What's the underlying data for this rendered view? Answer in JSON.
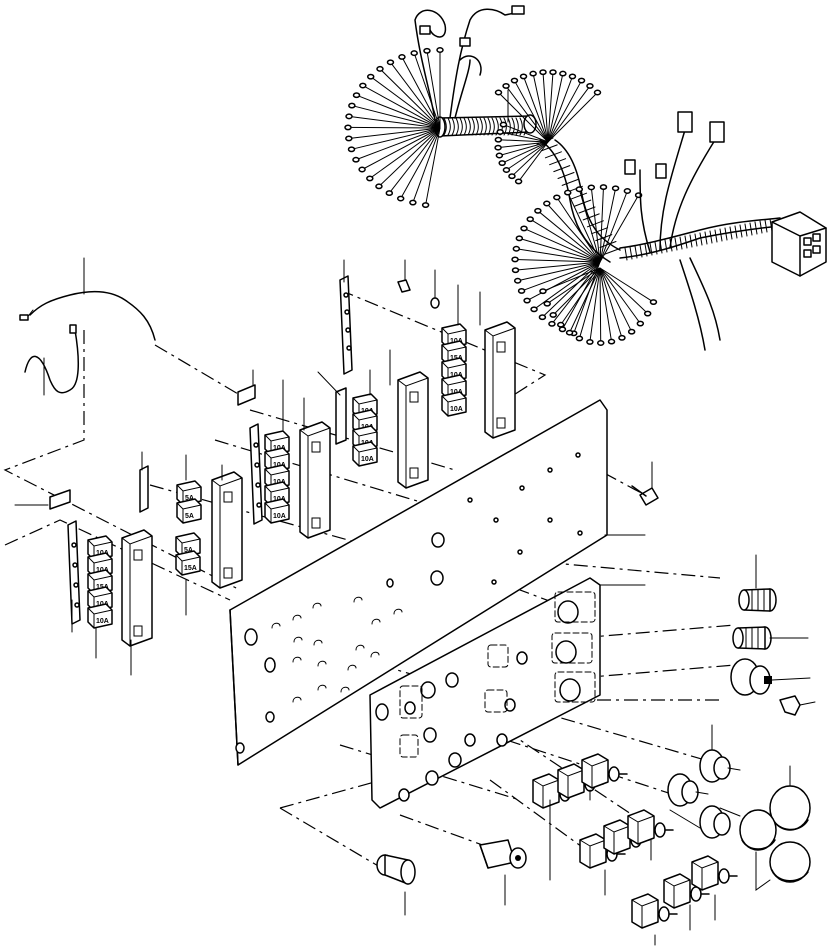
{
  "diagram": {
    "kind": "exploded-parts-view",
    "subject": "instrument panel with wiring harness, fuse blocks, switches and gauges",
    "fuse_labels_right_block": [
      "10A",
      "15A",
      "10A",
      "10A",
      "10A"
    ],
    "fuse_labels_upper_mid_block": [
      "10A",
      "10A",
      "10A",
      "10A"
    ],
    "fuse_labels_center_block": [
      "10A",
      "10A",
      "10A",
      "10A",
      "10A"
    ],
    "fuse_labels_small_block": [
      "5A",
      "5A"
    ],
    "fuse_labels_left_block": [
      "10A",
      "10A",
      "15A",
      "10A",
      "10A"
    ],
    "fuse_labels_lower_small_block": [
      "5A",
      "15A"
    ]
  }
}
